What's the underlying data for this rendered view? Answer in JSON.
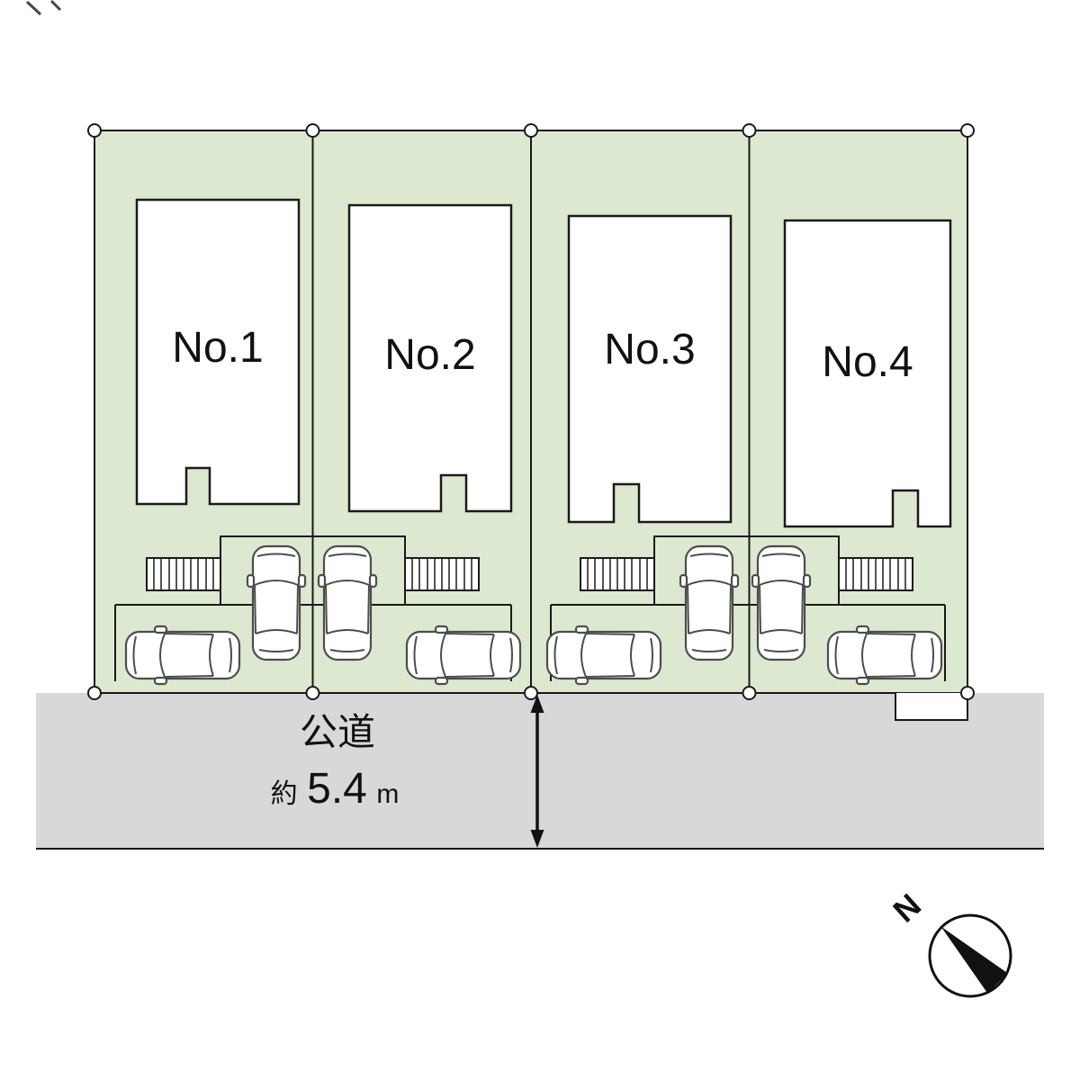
{
  "lots": [
    {
      "label": "No.1"
    },
    {
      "label": "No.2"
    },
    {
      "label": "No.3"
    },
    {
      "label": "No.4"
    }
  ],
  "road": {
    "name": "公道",
    "width_prefix": "約",
    "width_value": "5.4",
    "width_unit": "m"
  },
  "compass": {
    "north_label": "N"
  },
  "colors": {
    "lot_fill": "#dce8d0",
    "road_fill": "#d8d8d8",
    "line": "#1a1a1a",
    "car_outline": "#4d4d4d",
    "house_fill": "#ffffff"
  }
}
